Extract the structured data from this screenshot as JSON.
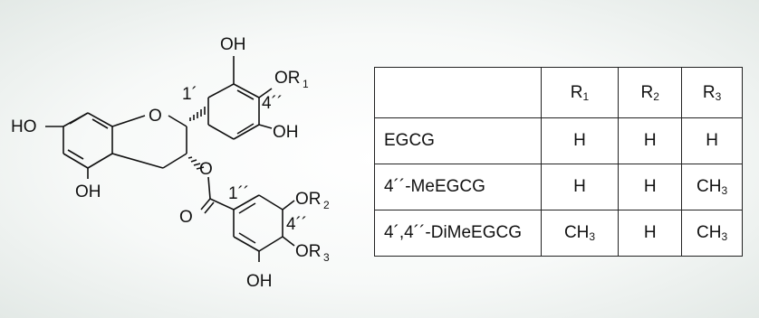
{
  "structure_labels": {
    "oh_top": "OH",
    "or1_o": "OR",
    "or1_sub": "1",
    "pos_4pp_top": "4´´",
    "pos_1p": "1´",
    "oh_ring_b_lower": "OH",
    "ho_left": "HO",
    "ring_o": "O",
    "ester_link_o": "O",
    "oh_ring_a_bottom": "OH",
    "pos_1pp": "1´´",
    "or2_o": "OR",
    "or2_sub": "2",
    "pos_4pp": "4´´",
    "carbonyl_o": "O",
    "or3_o": "OR",
    "or3_sub": "3",
    "oh_bottom": "OH"
  },
  "table": {
    "headers": [
      {
        "main": "",
        "sub": ""
      },
      {
        "main": "R",
        "sub": "1"
      },
      {
        "main": "R",
        "sub": "2"
      },
      {
        "main": "R",
        "sub": "3"
      }
    ],
    "rows": [
      {
        "name": "EGCG",
        "cells": [
          {
            "main": "H",
            "sub": ""
          },
          {
            "main": "H",
            "sub": ""
          },
          {
            "main": "H",
            "sub": ""
          }
        ]
      },
      {
        "name": "4´´-MeEGCG",
        "cells": [
          {
            "main": "H",
            "sub": ""
          },
          {
            "main": "H",
            "sub": ""
          },
          {
            "main": "CH",
            "sub": "3"
          }
        ]
      },
      {
        "name": "4´,4´´-DiMeEGCG",
        "cells": [
          {
            "main": "CH",
            "sub": "3"
          },
          {
            "main": "H",
            "sub": ""
          },
          {
            "main": "CH",
            "sub": "3"
          }
        ]
      }
    ]
  }
}
